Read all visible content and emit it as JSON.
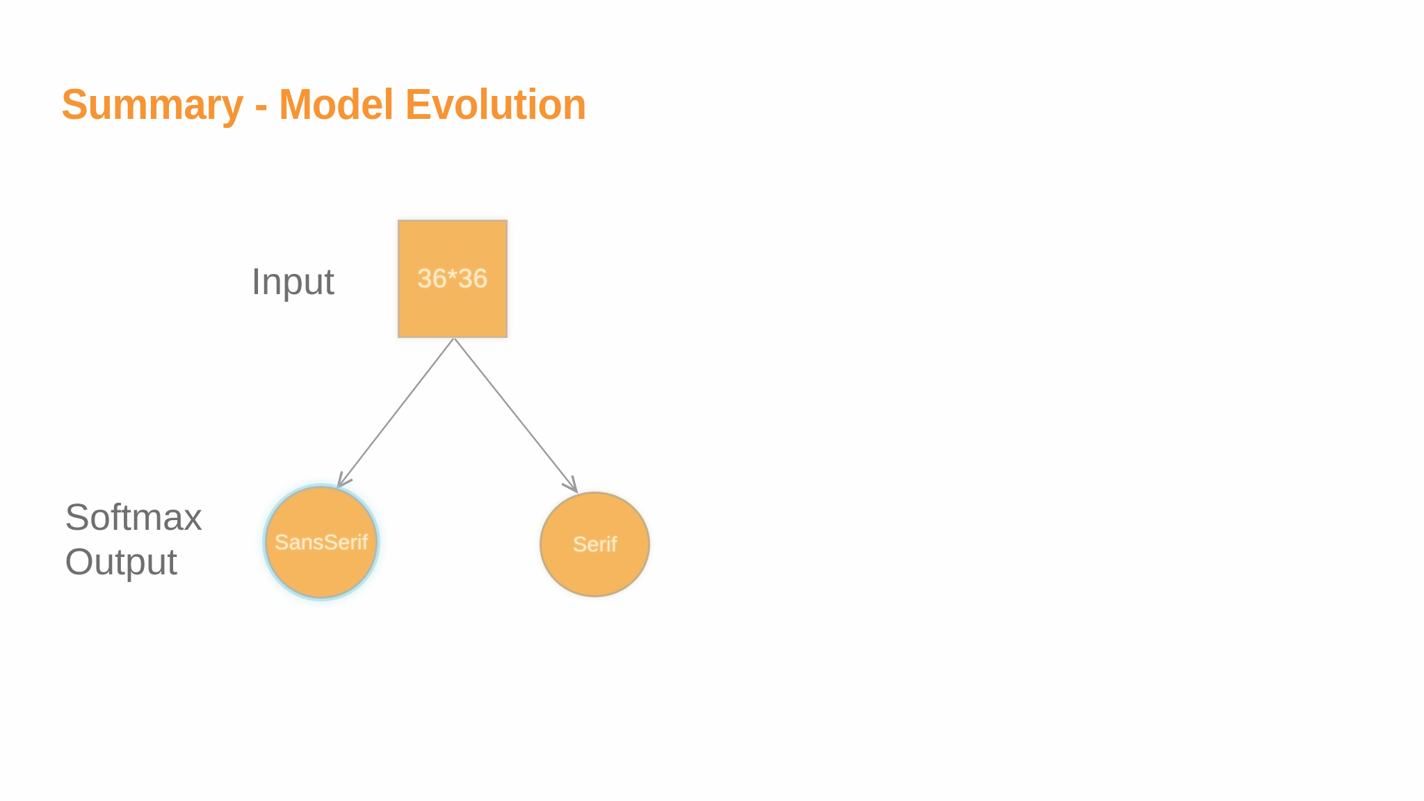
{
  "slide": {
    "title": "Summary - Model Evolution",
    "title_color": "#f79433",
    "background_color": "#fefefe"
  },
  "diagram": {
    "type": "neural-network-schematic",
    "labels": {
      "input": "Input",
      "softmax_output_line1": "Softmax",
      "softmax_output_line2": "Output",
      "label_color": "#6f6f72"
    },
    "nodes": [
      {
        "id": "input",
        "shape": "square",
        "text": "36*36",
        "fill": "#f4b65f",
        "border": "#cdb79a",
        "text_color": "#fdecc4"
      },
      {
        "id": "sansserif",
        "shape": "circle",
        "text": "SansSerif",
        "fill": "#f5b65e",
        "border": "#b2b8ae",
        "highlight_ring": "#96d7e1",
        "text_color": "#fdecc6"
      },
      {
        "id": "serif",
        "shape": "circle",
        "text": "Serif",
        "fill": "#f5b65e",
        "border": "#c4ae86",
        "text_color": "#fdecc6"
      }
    ],
    "edges": [
      {
        "from": "input",
        "to": "sansserif",
        "style": "arrow",
        "color": "#9a9a9c"
      },
      {
        "from": "input",
        "to": "serif",
        "style": "arrow",
        "color": "#9a9a9c"
      }
    ]
  }
}
